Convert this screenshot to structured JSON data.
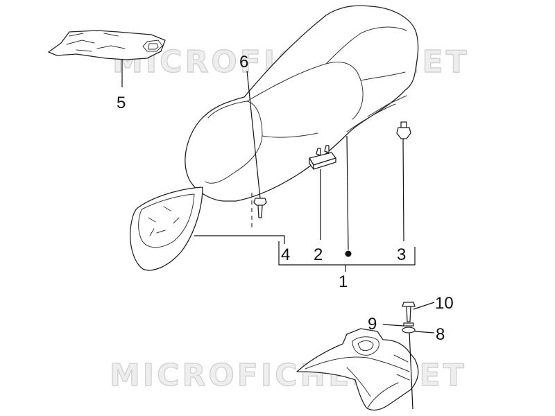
{
  "watermarks": [
    "MICROFICHES.NET",
    "MICROFICHES.NET"
  ],
  "callouts": {
    "c1": "1",
    "c2": "2",
    "c3": "3",
    "c4": "4",
    "c5": "5",
    "c6": "6",
    "c8": "8",
    "c9": "9",
    "c10": "10"
  },
  "parts": [
    {
      "number": "1",
      "name": "saddle"
    },
    {
      "number": "2",
      "name": "seat-bracket"
    },
    {
      "number": "3",
      "name": "rubber-bumper"
    },
    {
      "number": "4",
      "name": "seat-cover-pouch"
    },
    {
      "number": "5",
      "name": "emblem-decal"
    },
    {
      "number": "6",
      "name": "screw"
    },
    {
      "number": "8",
      "name": "washer"
    },
    {
      "number": "9",
      "name": "spring-washer"
    },
    {
      "number": "10",
      "name": "bolt"
    }
  ],
  "colors": {
    "line": "#222222",
    "watermark": "#d2d2d2",
    "background": "#ffffff"
  }
}
